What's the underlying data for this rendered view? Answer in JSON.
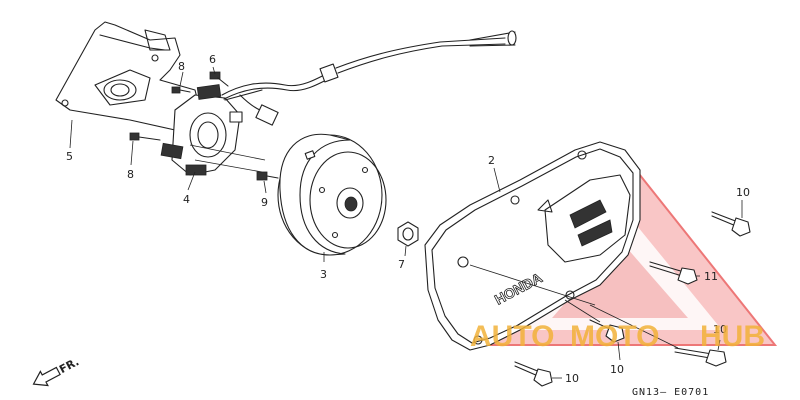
{
  "diagram": {
    "part_labels": {
      "p2": "2",
      "p3": "3",
      "p4": "4",
      "p5": "5",
      "p6": "6",
      "p7": "7",
      "p8a": "8",
      "p8b": "8",
      "p9": "9",
      "p10a": "10",
      "p10b": "10",
      "p10c": "10",
      "p10d": "10",
      "p11": "11"
    },
    "cover_brand": "HONDA",
    "front_marker": "FR.",
    "diagram_code": "GN13– E0701"
  },
  "watermark": {
    "text_part1": "AUTO",
    "text_part2": "MOTO",
    "text_part3": "HUB",
    "color_primary": "#f2b23a",
    "color_accent": "#e84a4a"
  }
}
